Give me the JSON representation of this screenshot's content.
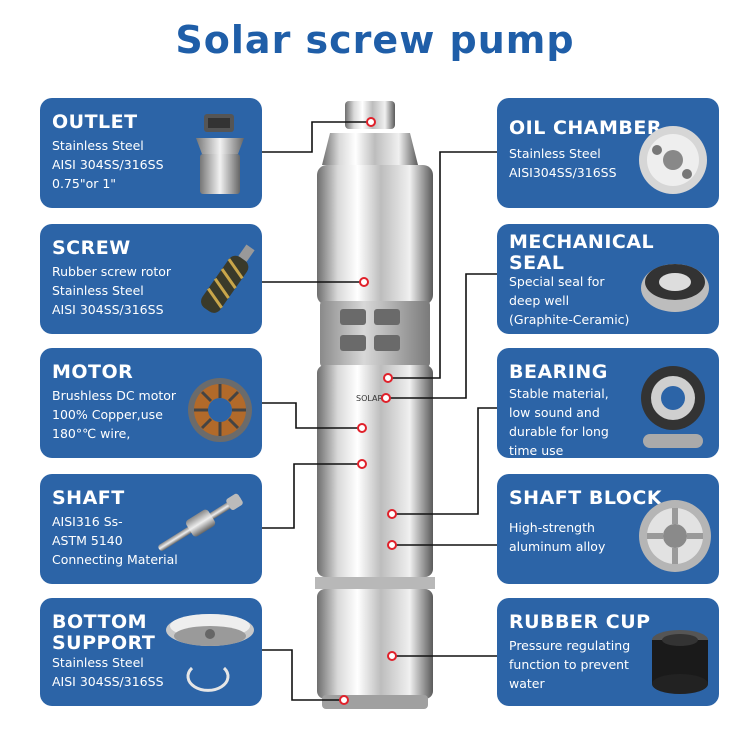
{
  "title": "Solar screw pump",
  "left_cards": [
    {
      "title": "OUTLET",
      "desc": "Stainless Steel\nAISI 304SS/316SS\n0.75\"or 1\""
    },
    {
      "title": "SCREW",
      "desc": "Rubber screw rotor\nStainless Steel\nAISI 304SS/316SS"
    },
    {
      "title": "MOTOR",
      "desc": "Brushless DC motor\n100% Copper,use\n180°℃ wire,"
    },
    {
      "title": "SHAFT",
      "desc": "AISI316 Ss-\nASTM 5140\nConnecting Material"
    },
    {
      "title": "BOTTOM\nSUPPORT",
      "desc": "Stainless Steel\nAISI 304SS/316SS"
    }
  ],
  "right_cards": [
    {
      "title": "OIL CHAMBER",
      "desc": "Stainless Steel\nAISI304SS/316SS"
    },
    {
      "title": "MECHANICAL\nSEAL",
      "desc": "Special seal for\ndeep well\n(Graphite-Ceramic)"
    },
    {
      "title": "BEARING",
      "desc": "Stable material,\nlow sound and\ndurable for long\ntime use"
    },
    {
      "title": "SHAFT BLOCK",
      "desc": "High-strength\naluminum alloy"
    },
    {
      "title": "RUBBER CUP",
      "desc": "Pressure regulating\nfunction to prevent\nwater"
    }
  ],
  "pump_label": "SOLAR",
  "colors": {
    "title": "#1f5ea8",
    "card": "#2c64a7",
    "line": "#111111",
    "marker": "#e0202a"
  },
  "icons": {
    "left": [
      "outlet-fitting-icon",
      "screw-rotor-icon",
      "motor-stator-icon",
      "shaft-icon",
      "bottom-support-icon"
    ],
    "right": [
      "oil-chamber-icon",
      "mechanical-seal-icon",
      "bearing-icon",
      "shaft-block-icon",
      "rubber-cup-icon"
    ]
  }
}
